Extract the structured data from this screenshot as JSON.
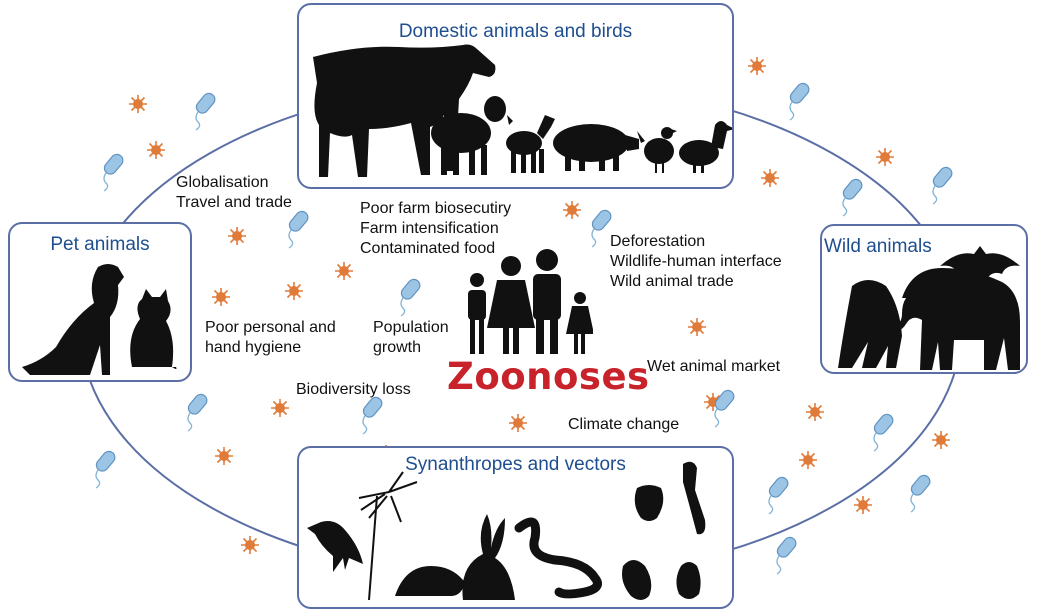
{
  "center": {
    "title": "Zoonoses"
  },
  "boxes": {
    "domestic": {
      "title": "Domestic animals and birds"
    },
    "pets": {
      "title": "Pet animals"
    },
    "wild": {
      "title": "Wild animals"
    },
    "synanthropes": {
      "title": "Synanthropes and vectors"
    }
  },
  "drivers": {
    "globalisation": [
      "Globalisation",
      "Travel and trade"
    ],
    "farm": [
      "Poor farm biosecutiry",
      "Farm intensification",
      "Contaminated food"
    ],
    "deforestation": [
      "Deforestation",
      "Wildlife-human interface",
      "Wild animal trade"
    ],
    "hygiene": [
      "Poor personal and",
      "hand hygiene"
    ],
    "population": [
      "Population",
      "growth"
    ],
    "wet_market": "Wet animal market",
    "biodiversity": "Biodiversity loss",
    "climate": "Climate change"
  },
  "colors": {
    "ring": "#5b6fa6",
    "box_title": "#1f4e8f",
    "zoonoses": "#c8222a",
    "virus": "#e07b3a",
    "bacteria": "#7fb3d8",
    "silhouette": "#111111"
  },
  "icons": [
    "virus-icon",
    "bacteria-icon",
    "cow-icon",
    "sheep-icon",
    "goat-icon",
    "pig-icon",
    "chicken-icon",
    "duck-icon",
    "dog-icon",
    "cat-icon",
    "gorilla-icon",
    "elephant-icon",
    "bat-icon",
    "crow-icon",
    "mosquito-icon",
    "rat-icon",
    "rabbit-icon",
    "snake-icon",
    "tick-icon",
    "lizard-icon",
    "cockroach-icon",
    "beetle-icon",
    "family-icon"
  ]
}
